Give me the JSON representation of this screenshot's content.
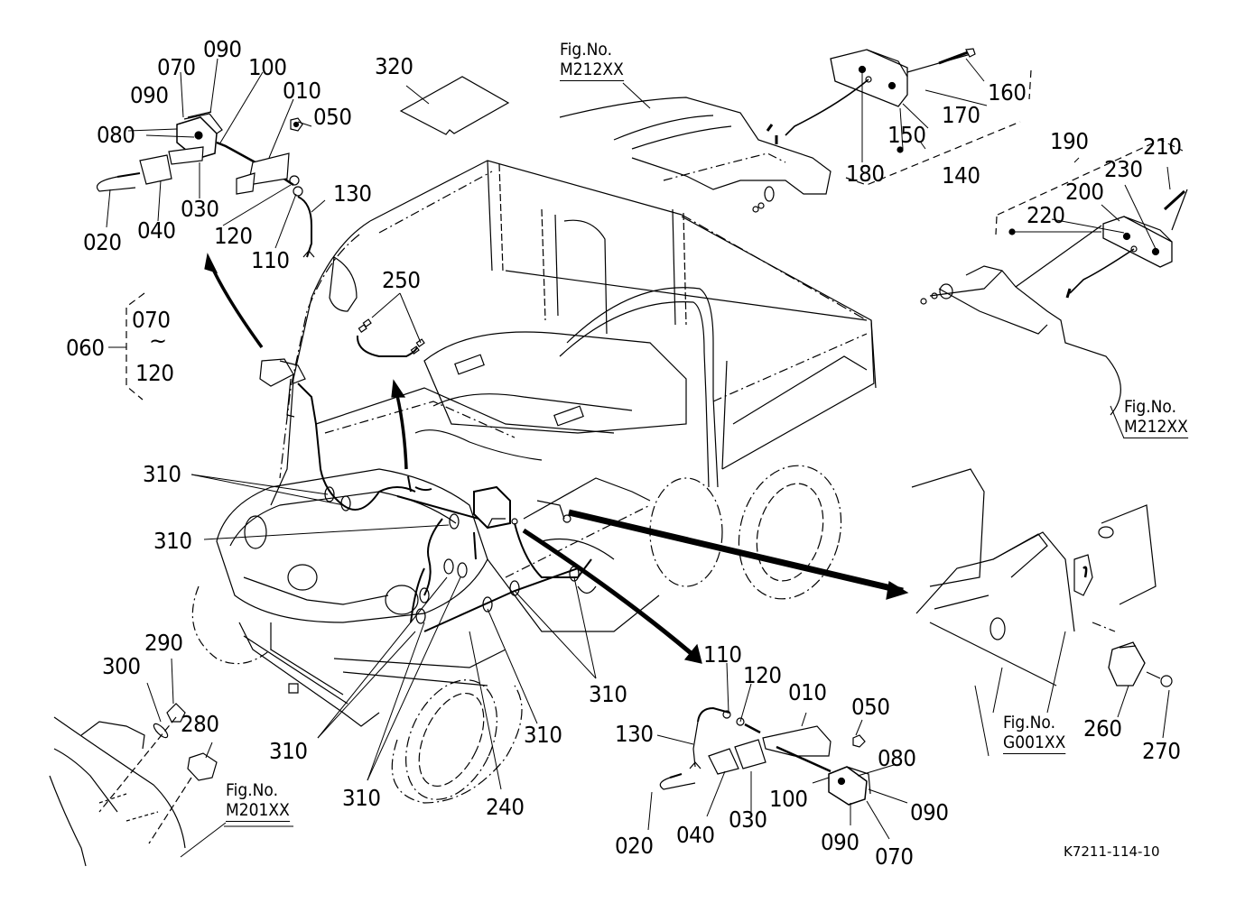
{
  "diagram": {
    "title": "Lamp / wiring parts exploded view",
    "drawing_code": "K7211-114-10",
    "figure_references": [
      {
        "label": "Fig.No.",
        "number": "M212XX",
        "location": "top-center"
      },
      {
        "label": "Fig.No.",
        "number": "M212XX",
        "location": "right"
      },
      {
        "label": "Fig.No.",
        "number": "G001XX",
        "location": "lower-right"
      },
      {
        "label": "Fig.No.",
        "number": "M201XX",
        "location": "lower-left"
      }
    ],
    "part_callouts": {
      "top_left_lamp": [
        "070",
        "090",
        "100",
        "090",
        "010",
        "080",
        "050",
        "020",
        "040",
        "030",
        "120",
        "130",
        "110"
      ],
      "assembly_group": {
        "label": "060",
        "range_start": "070",
        "range_symbol": "~",
        "range_end": "120"
      },
      "sheet": "320",
      "harness_small": "250",
      "rear_left_lamp": [
        "160",
        "170",
        "150",
        "180",
        "140"
      ],
      "rear_right_lamp": [
        "190",
        "210",
        "230",
        "200",
        "220"
      ],
      "clips": [
        "310",
        "310",
        "310",
        "310",
        "310",
        "310",
        "310"
      ],
      "main_harness": "240",
      "front_lower_left": [
        "290",
        "300",
        "280"
      ],
      "relay": [
        "260",
        "270"
      ],
      "bottom_lamp": [
        "110",
        "120",
        "010",
        "050",
        "130",
        "080",
        "100",
        "090",
        "020",
        "040",
        "030",
        "090",
        "070"
      ]
    }
  },
  "labels": {
    "l070a": "070",
    "l090a": "090",
    "l100a": "100",
    "l090b": "090",
    "l010a": "010",
    "l080a": "080",
    "l050a": "050",
    "l020a": "020",
    "l040a": "040",
    "l030a": "030",
    "l120a": "120",
    "l130a": "130",
    "l110a": "110",
    "l060": "060",
    "l070g": "070",
    "ltilde": "~",
    "l120g": "120",
    "l320": "320",
    "l250": "250",
    "l160": "160",
    "l170": "170",
    "l150": "150",
    "l180": "180",
    "l140": "140",
    "l190": "190",
    "l210": "210",
    "l230": "230",
    "l200": "200",
    "l220": "220",
    "l310a": "310",
    "l310b": "310",
    "l310c": "310",
    "l310d": "310",
    "l310e": "310",
    "l310f": "310",
    "l310g": "310",
    "l240": "240",
    "l290": "290",
    "l300": "300",
    "l280": "280",
    "l260": "260",
    "l270": "270",
    "l110b": "110",
    "l120b": "120",
    "l010b": "010",
    "l050b": "050",
    "l130b": "130",
    "l080b": "080",
    "l100b": "100",
    "l090c": "090",
    "l020b": "020",
    "l040b": "040",
    "l030b": "030",
    "l090d": "090",
    "l070b": "070",
    "fig1_label": "Fig.No.",
    "fig1_num": "M212XX",
    "fig2_label": "Fig.No.",
    "fig2_num": "M212XX",
    "fig3_label": "Fig.No.",
    "fig3_num": "G001XX",
    "fig4_label": "Fig.No.",
    "fig4_num": "M201XX",
    "code": "K7211-114-10"
  }
}
